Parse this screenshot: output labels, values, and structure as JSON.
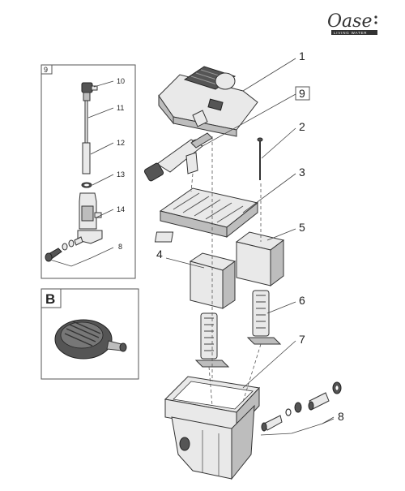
{
  "logo": {
    "brand": "Oase",
    "tagline": "LIVING WATER"
  },
  "callouts": {
    "c1": "1",
    "c2": "2",
    "c3": "3",
    "c4": "4",
    "c5": "5",
    "c6": "6",
    "c7": "7",
    "c8_main": "8",
    "c9_main": "9"
  },
  "inset_9": {
    "header": "9",
    "c10": "10",
    "c11": "11",
    "c12": "12",
    "c13": "13",
    "c14": "14",
    "c8": "8"
  },
  "inset_b": {
    "header": "B"
  }
}
